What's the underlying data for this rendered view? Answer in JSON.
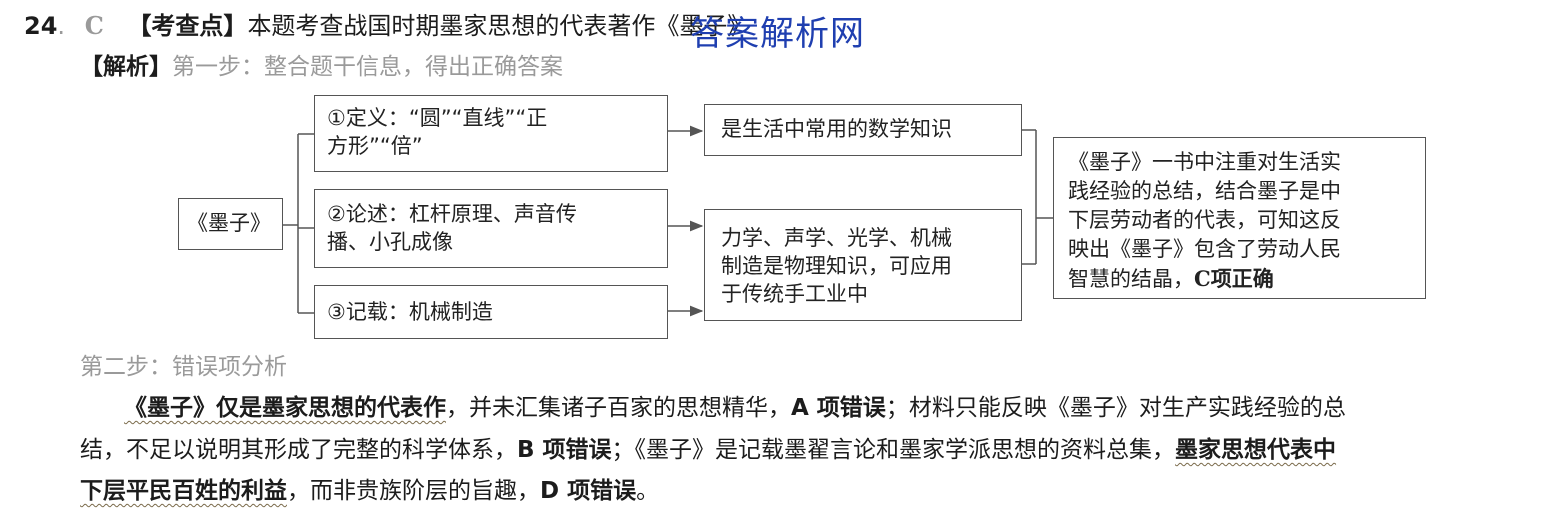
{
  "header": {
    "number": "24",
    "dot": ".",
    "answer": "C",
    "point_tag": "【考查点】",
    "point_text": "本题考查战国时期墨家思想的代表著作",
    "point_tail": "《墨子》",
    "watermark": "答案解析网"
  },
  "analysis": {
    "tag": "【解析】",
    "step1": "第一步：整合题干信息，得出正确答案",
    "step2": "第二步：错误项分析"
  },
  "diagram": {
    "root": "《墨子》",
    "items": [
      {
        "line1": "①定义：“圆”“直线”“正",
        "line2": "方形”“倍”"
      },
      {
        "line1": "②论述：杠杆原理、声音传",
        "line2": "播、小孔成像"
      },
      {
        "line1": "③记载：机械制造",
        "line2": ""
      }
    ],
    "mid": [
      {
        "line1": "是生活中常用的数学知识"
      },
      {
        "line1": "力学、声学、光学、机械",
        "line2": "制造是物理知识，可应用",
        "line3": "于传统手工业中"
      }
    ],
    "conclusion": {
      "line1": "《墨子》一书中注重对生活实",
      "line2": "践经验的总结，结合墨子是中",
      "line3": "下层劳动者的代表，可知这反",
      "line4": "映出《墨子》包含了劳动人民",
      "line5": "智慧的结晶，",
      "line5_bold": "C项正确"
    }
  },
  "paragraph": {
    "l1_a": "《墨子》仅是墨家思想的代表作",
    "l1_b": "，并未汇集诸子百家的思想精华，",
    "l1_c": "A 项错误",
    "l1_d": "；材料只能反映《墨子》对生产实践经验的总",
    "l2_a": "结，不足以说明其形成了完整的科学体系，",
    "l2_b": "B 项错误",
    "l2_c": "；《墨子》是记载墨翟言论和墨家学派思想的资料总集，",
    "l2_d": "墨家思想代表中",
    "l3_a": "下层平民百姓的利益",
    "l3_b": "，而非贵族阶层的旨趣，",
    "l3_c": "D 项错误",
    "l3_d": "。"
  }
}
